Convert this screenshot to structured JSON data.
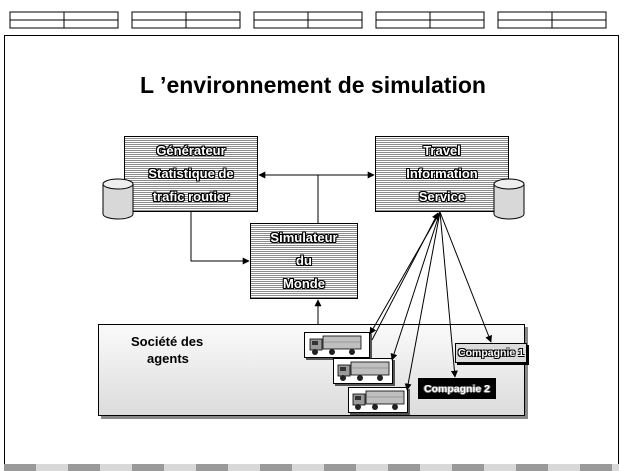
{
  "title": "L ’environnement de simulation",
  "boxes": {
    "generateur": {
      "lines": [
        "Générateur",
        "Statistique de",
        "trafic routier"
      ]
    },
    "travel": {
      "lines": [
        "Travel",
        "Information",
        "Service"
      ]
    },
    "simulateur": {
      "lines": [
        "Simulateur",
        "du",
        "Monde"
      ]
    }
  },
  "society": {
    "lines": [
      "Société des",
      "agents"
    ]
  },
  "companies": {
    "c1": "Compagnie 1",
    "c2": "Compagnie 2"
  },
  "icons": [
    "database-icon",
    "truck-icon"
  ]
}
